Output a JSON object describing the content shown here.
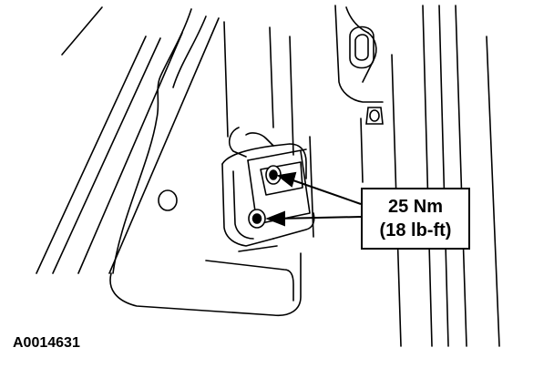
{
  "figure": {
    "id": "A0014631"
  },
  "callout": {
    "torque_metric": "25 Nm",
    "torque_imperial": "(18 lb-ft)"
  },
  "colors": {
    "line": "#000000",
    "background": "#ffffff"
  }
}
